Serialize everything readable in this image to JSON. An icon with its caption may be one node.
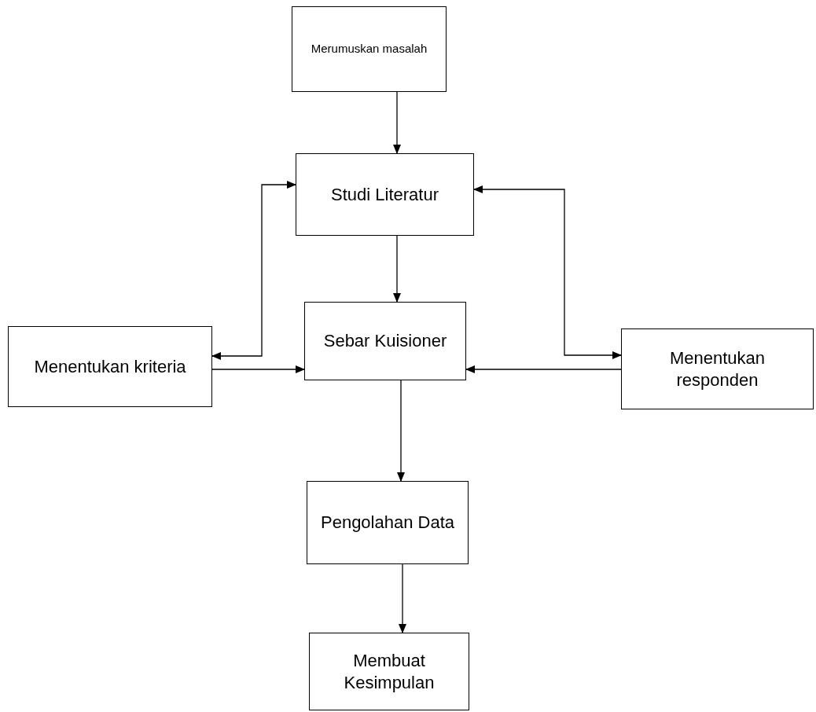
{
  "diagram": {
    "nodes": [
      {
        "text": [
          "Merumuskan masalah"
        ]
      },
      {
        "text": [
          "Studi Literatur"
        ]
      },
      {
        "text": [
          "Menentukan kriteria"
        ]
      },
      {
        "text": [
          "Sebar Kuisioner"
        ]
      },
      {
        "text": [
          "Menentukan responden"
        ]
      },
      {
        "text": [
          "Pengolahan Data"
        ]
      },
      {
        "text": [
          "Membuat Kesimpulan"
        ]
      }
    ],
    "edges": [
      {
        "from": 0,
        "to": 1,
        "arrow": "to"
      },
      {
        "from": 1,
        "to": 3,
        "arrow": "to"
      },
      {
        "from": 2,
        "to": 1,
        "arrow": "both"
      },
      {
        "from": 4,
        "to": 1,
        "arrow": "both"
      },
      {
        "from": 2,
        "to": 3,
        "arrow": "to"
      },
      {
        "from": 4,
        "to": 3,
        "arrow": "to"
      },
      {
        "from": 3,
        "to": 5,
        "arrow": "to"
      },
      {
        "from": 5,
        "to": 6,
        "arrow": "to"
      }
    ]
  }
}
